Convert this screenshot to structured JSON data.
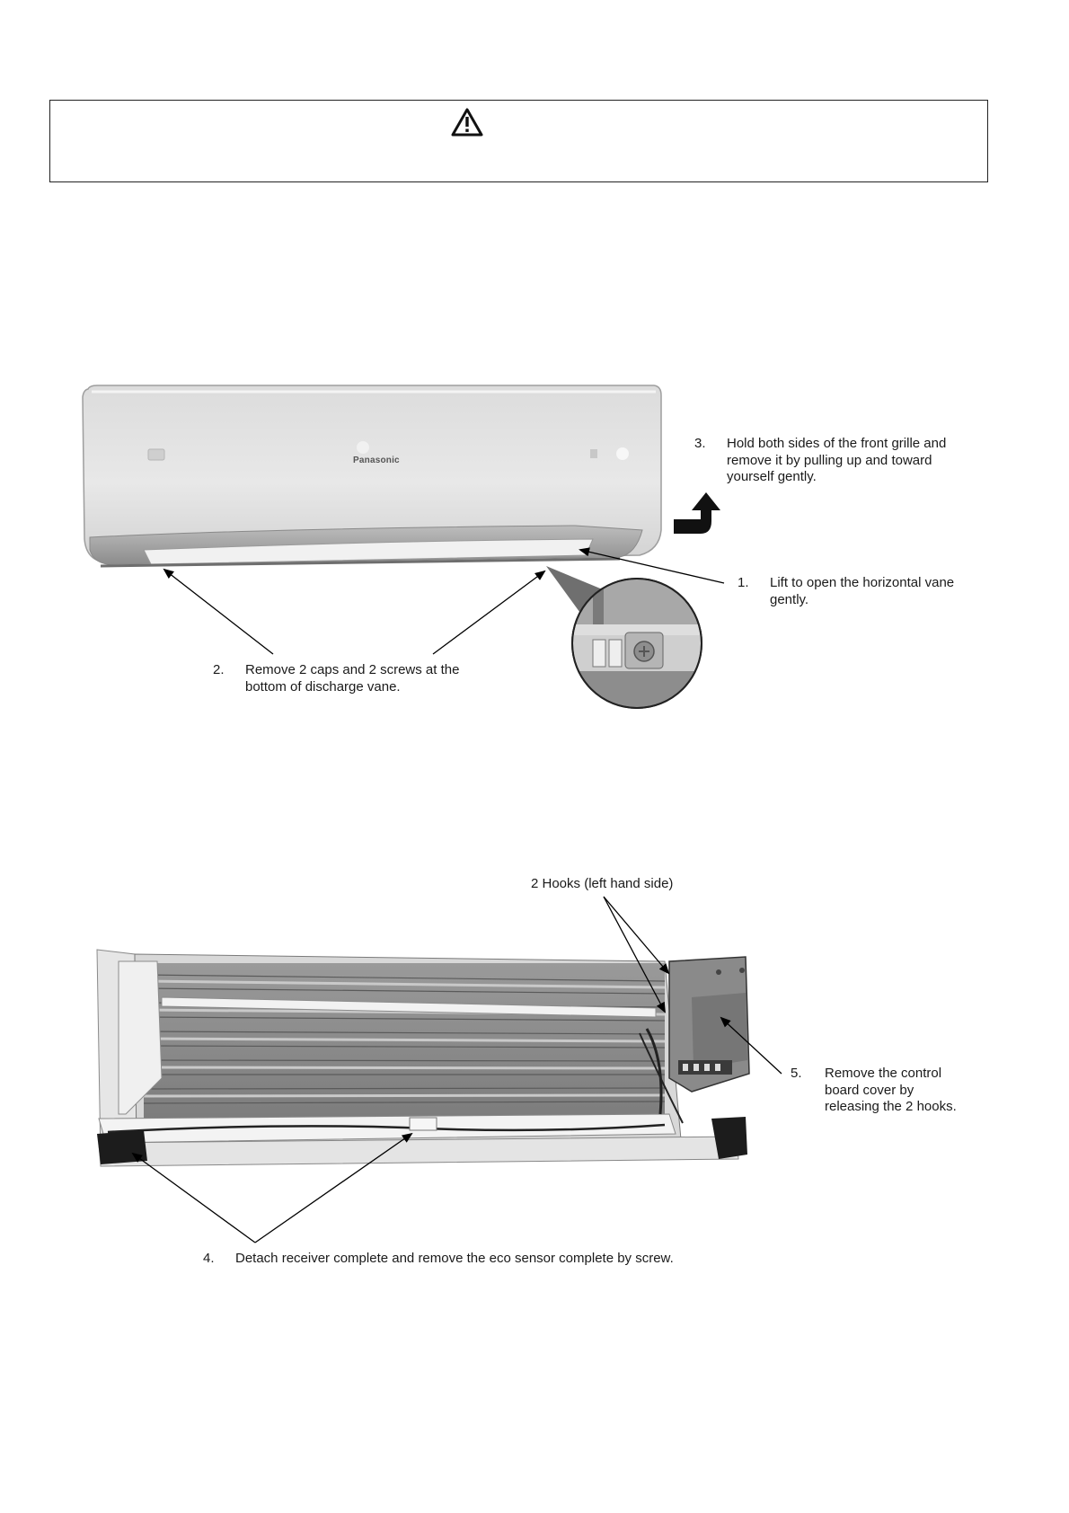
{
  "warning": {
    "icon": "warning-triangle-icon"
  },
  "figure1": {
    "brand": "Panasonic",
    "steps": [
      {
        "num": "1.",
        "text": "Lift to open the horizontal vane gently.",
        "lines": [
          "Lift to open the horizontal vane",
          "gently."
        ]
      },
      {
        "num": "2.",
        "text": "Remove 2 caps and 2 screws at the bottom of discharge vane.",
        "lines": [
          "Remove 2 caps and 2 screws at the",
          "bottom of discharge vane."
        ]
      },
      {
        "num": "3.",
        "text": "Hold both sides of the front grille and remove it by pulling up and toward yourself gently.",
        "lines": [
          "Hold both sides of the front grille and",
          "remove it by pulling up and toward",
          "yourself gently."
        ]
      }
    ]
  },
  "figure2": {
    "hooks_label": "2 Hooks (left hand side)",
    "steps": [
      {
        "num": "4.",
        "text": "Detach receiver complete and remove the eco sensor complete by screw."
      },
      {
        "num": "5.",
        "lines": [
          "Remove the control",
          "board cover by",
          "releasing the 2 hooks."
        ]
      }
    ]
  }
}
